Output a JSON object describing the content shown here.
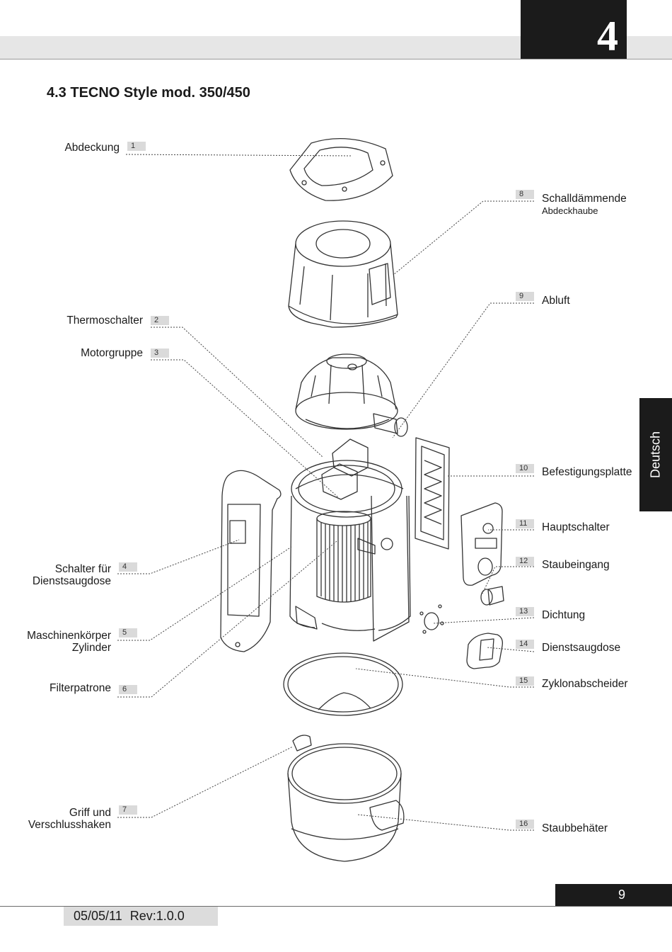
{
  "header": {
    "chapter": "4"
  },
  "title": "4.3 TECNO Style mod. 350/450",
  "language_tab": "Deutsch",
  "parts": [
    {
      "num": "1",
      "label": "Abdeckung",
      "label2": ""
    },
    {
      "num": "2",
      "label": "Thermoschalter",
      "label2": ""
    },
    {
      "num": "3",
      "label": "Motorgruppe",
      "label2": ""
    },
    {
      "num": "4",
      "label": "Schalter für",
      "label2": "Dienstsaugdose"
    },
    {
      "num": "5",
      "label": "Maschinenkörper",
      "label2": "Zylinder"
    },
    {
      "num": "6",
      "label": "Filterpatrone",
      "label2": ""
    },
    {
      "num": "7",
      "label": "Griff und",
      "label2": "Verschlusshaken"
    },
    {
      "num": "8",
      "label": "Schalldämmende",
      "label2": "Abdeckhaube"
    },
    {
      "num": "9",
      "label": "Abluft",
      "label2": ""
    },
    {
      "num": "10",
      "label": "Befestigungsplatte",
      "label2": ""
    },
    {
      "num": "11",
      "label": "Hauptschalter",
      "label2": ""
    },
    {
      "num": "12",
      "label": "Staubeingang",
      "label2": ""
    },
    {
      "num": "13",
      "label": "Dichtung",
      "label2": ""
    },
    {
      "num": "14",
      "label": "Dienstsaugdose",
      "label2": ""
    },
    {
      "num": "15",
      "label": "Zyklonabscheider",
      "label2": ""
    },
    {
      "num": "16",
      "label": "Staubbehäter",
      "label2": ""
    }
  ],
  "footer": {
    "page": "9",
    "date_rev": "05/05/11   Rev:1.0.0"
  }
}
